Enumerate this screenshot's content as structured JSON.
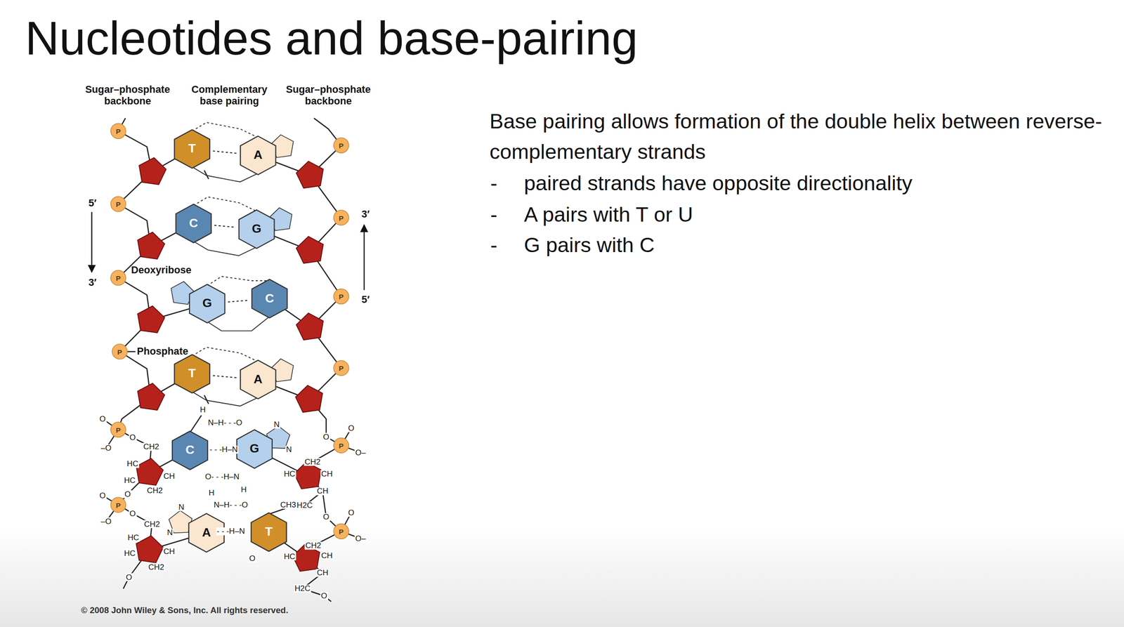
{
  "diagram": {
    "title": "Nucleotides and base-pairing",
    "nodes": [
      {
        "text": [
          "P"
        ]
      },
      {
        "text": [
          "T"
        ]
      },
      {
        "text": [
          "A"
        ]
      },
      {
        "text": [
          "P"
        ]
      },
      {
        "text": [
          "P"
        ]
      },
      {
        "text": [
          "C"
        ]
      },
      {
        "text": [
          "G"
        ]
      },
      {
        "text": [
          "P"
        ]
      },
      {
        "text": [
          "P"
        ]
      },
      {
        "text": [
          "G"
        ]
      },
      {
        "text": [
          "C"
        ]
      },
      {
        "text": [
          "P"
        ]
      },
      {
        "text": [
          "P"
        ]
      },
      {
        "text": [
          "T"
        ]
      },
      {
        "text": [
          "A"
        ]
      },
      {
        "text": [
          "P"
        ]
      },
      {
        "text": [
          "P"
        ]
      },
      {
        "text": [
          "C"
        ]
      },
      {
        "text": [
          "G"
        ]
      },
      {
        "text": [
          "P"
        ]
      },
      {
        "text": [
          "P"
        ]
      },
      {
        "text": [
          "A"
        ]
      },
      {
        "text": [
          "T"
        ]
      },
      {
        "text": [
          "P"
        ]
      }
    ],
    "edges": [
      {
        "from": 1,
        "to": 2,
        "arrow": "none"
      },
      {
        "from": 5,
        "to": 6,
        "arrow": "none"
      },
      {
        "from": 9,
        "to": 10,
        "arrow": "none"
      },
      {
        "from": 13,
        "to": 14,
        "arrow": "none"
      }
    ],
    "labels": [
      "Sugar–phosphate backbone",
      "Complementary base pairing",
      "Sugar–phosphate backbone",
      "Base pairing allows formation of the double helix between reverse-complementary strands",
      "-",
      "paired strands have opposite directionality",
      "-",
      "A pairs with T or U",
      "-",
      "G pairs with C",
      "5′",
      "3′",
      "3′",
      "5′",
      "Deoxyribose",
      "Phosphate",
      "© 2008 John Wiley & Sons, Inc. All rights reserved.",
      "H",
      "N–H- - -O",
      "N",
      "- - -H–N",
      "N",
      "O- - -H–N",
      "H",
      "H",
      "N–H- - -O",
      "CH3",
      "N",
      "- - -H–N",
      "N",
      "O",
      "O",
      "–O",
      "O",
      "CH2",
      "HC",
      "CH",
      "HC",
      "CH2",
      "O",
      "O",
      "–O",
      "O",
      "CH2",
      "HC",
      "CH",
      "HC",
      "CH2",
      "O",
      "O",
      "O–",
      "O",
      "CH2",
      "HC",
      "CH",
      "CH",
      "H2C",
      "O",
      "O",
      "O–",
      "CH2",
      "HC",
      "CH",
      "CH",
      "H2C",
      "O"
    ]
  }
}
